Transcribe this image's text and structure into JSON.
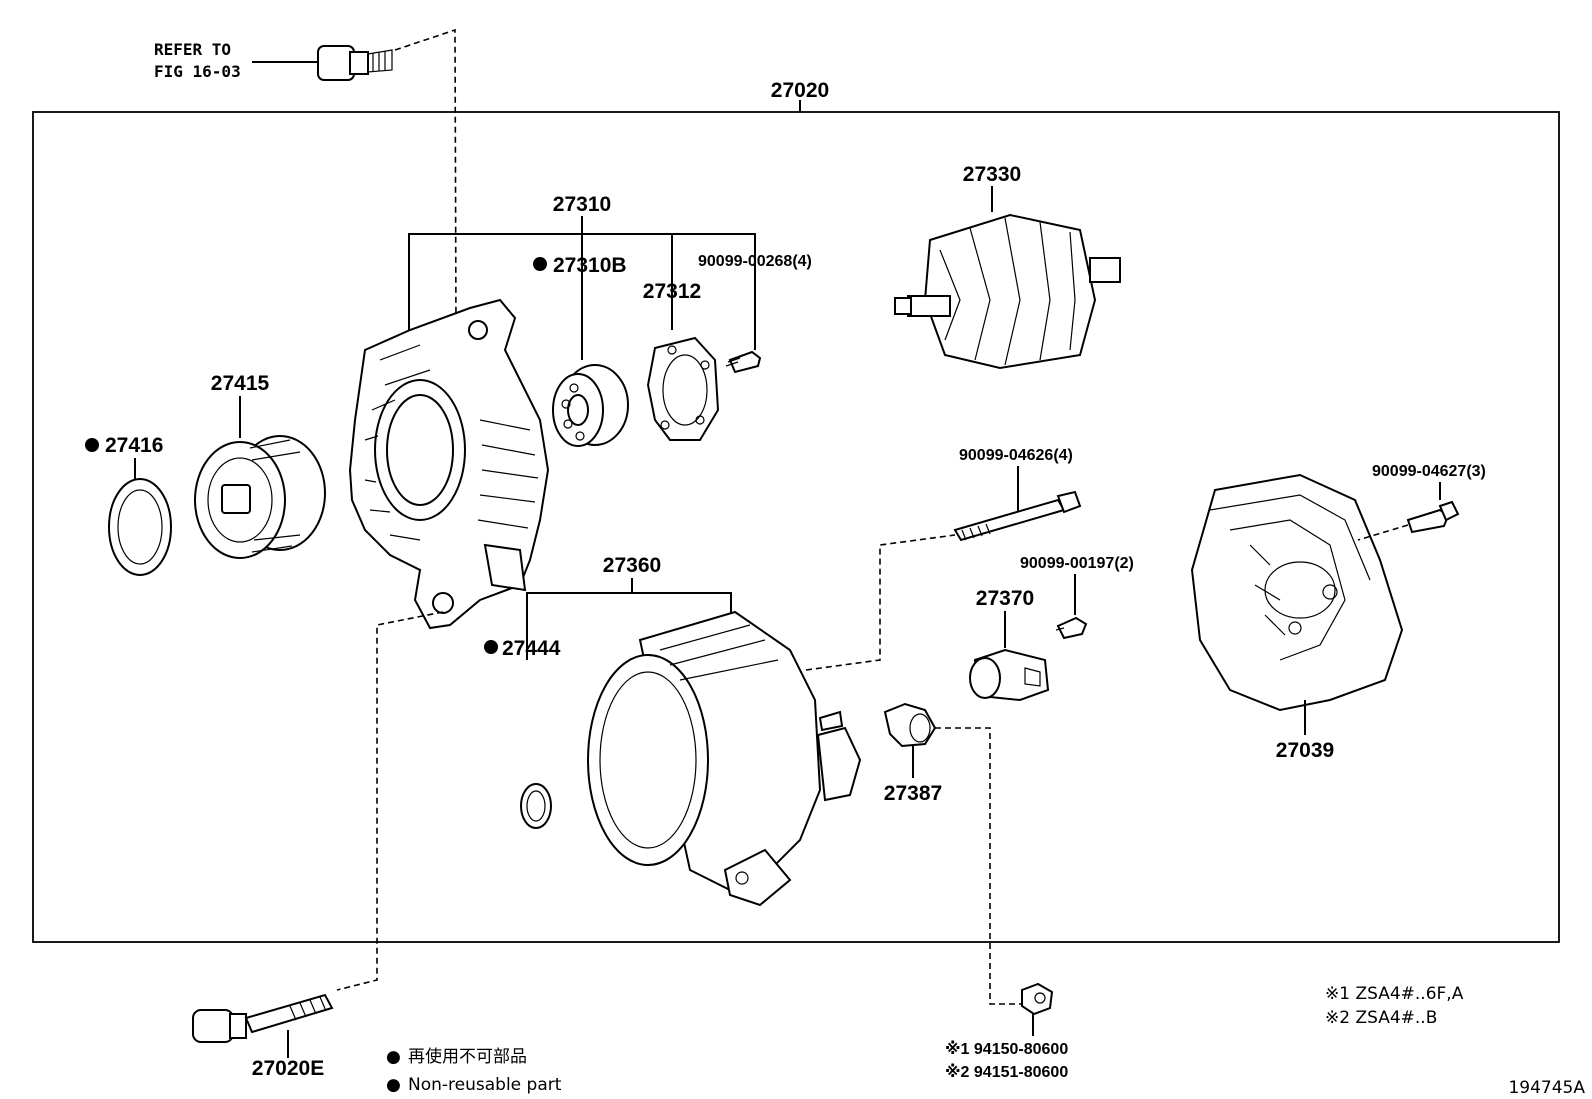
{
  "refer": {
    "line1": "REFER TO",
    "line2": "FIG 16-03"
  },
  "assembly_label": "27020",
  "parts": {
    "p27310": "27310",
    "p27310B": "27310B",
    "p27312": "27312",
    "p90099_00268": "90099-00268(4)",
    "p27330": "27330",
    "p27415": "27415",
    "p27416": "27416",
    "p90099_04626": "90099-04626(4)",
    "p90099_04627": "90099-04627(3)",
    "p27360": "27360",
    "p90099_00197": "90099-00197(2)",
    "p27370": "27370",
    "p27444": "27444",
    "p27387": "27387",
    "p27039": "27039",
    "p27020E": "27020E"
  },
  "nut_labels": {
    "line1": "※1 94150-80600",
    "line2": "※2 94151-80600"
  },
  "model_notes": {
    "line1": "※1 ZSA4#..6F,A",
    "line2": "※2 ZSA4#..B"
  },
  "legend": {
    "jp": "再使用不可部品",
    "en": "Non-reusable part",
    "marker": "●"
  },
  "figure_id": "194745A"
}
